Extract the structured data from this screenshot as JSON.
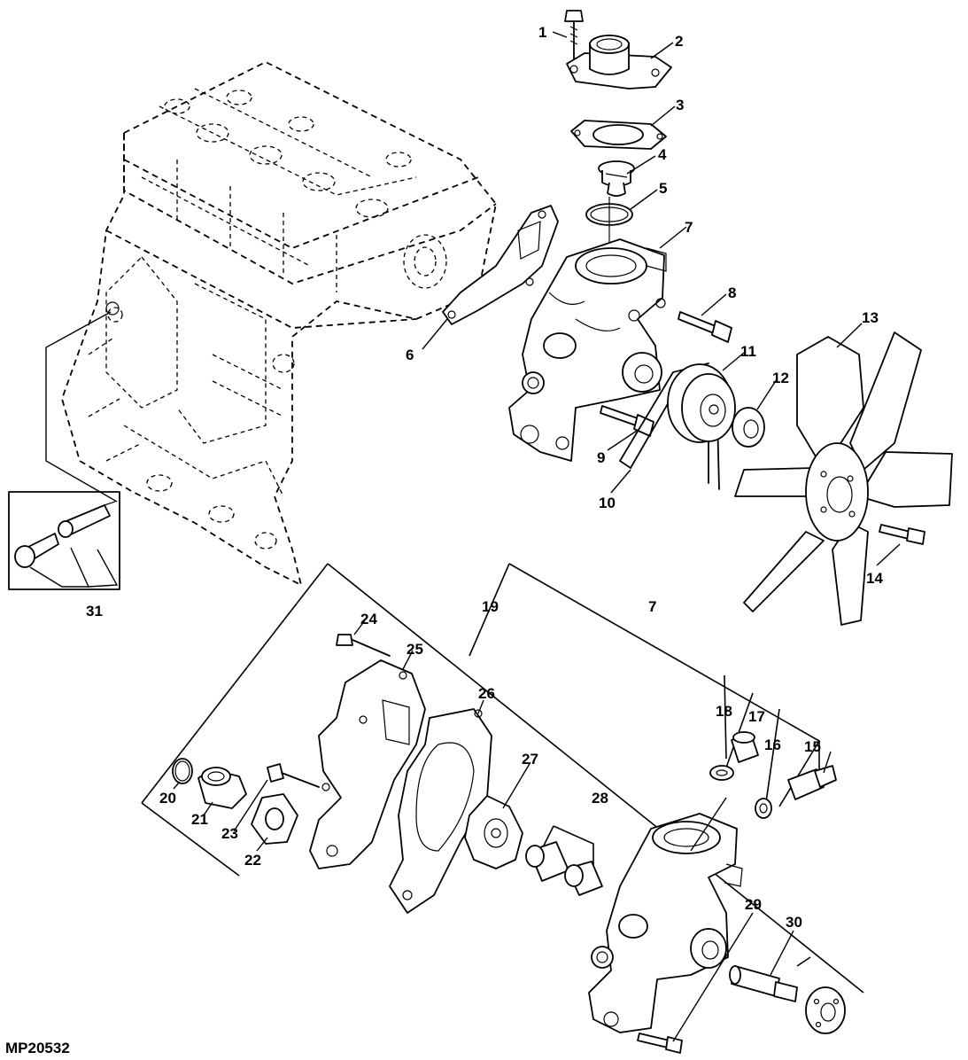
{
  "figure_code": "MP20532",
  "labels": {
    "l1": "1",
    "l2": "2",
    "l3": "3",
    "l4": "4",
    "l5": "5",
    "l6": "6",
    "l7a": "7",
    "l8": "8",
    "l9": "9",
    "l10": "10",
    "l11": "11",
    "l12": "12",
    "l13": "13",
    "l14": "14",
    "l15": "15",
    "l16": "16",
    "l17": "17",
    "l18": "18",
    "l19": "19",
    "l20": "20",
    "l21": "21",
    "l22": "22",
    "l23": "23",
    "l24": "24",
    "l25": "25",
    "l26": "26",
    "l27": "27",
    "l28": "28",
    "l29": "29",
    "l30": "30",
    "l31": "31",
    "l7b": "7"
  }
}
